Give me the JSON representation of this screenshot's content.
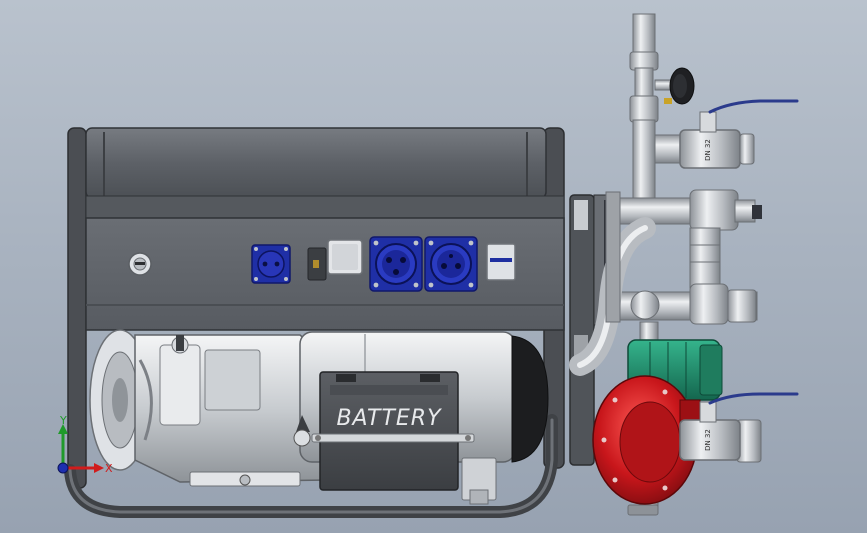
{
  "scene": {
    "battery_label": "BATTERY",
    "valve_marking_top": "DN 32",
    "valve_marking_bottom": "DN 32",
    "colors": {
      "background_top": "#b9c2cd",
      "background_bottom": "#97a2b1",
      "frame": "#4a4d52",
      "panel": "#5f6369",
      "socket_blue": "#1f2fa6",
      "pump_green": "#1e8a6a",
      "pump_red": "#c0181c",
      "valve_handle": "#2b3b8c",
      "steel": "#c9ccd0"
    }
  },
  "triad": {
    "x_label": "X",
    "y_label": "Y"
  }
}
